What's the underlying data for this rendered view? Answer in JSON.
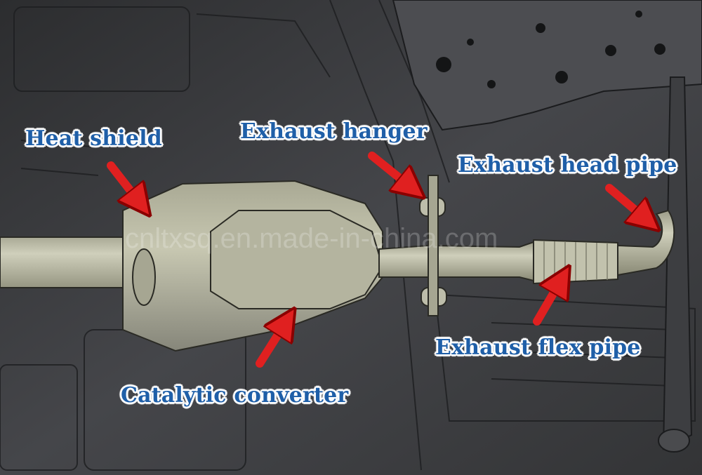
{
  "labels": {
    "heat_shield": "Heat shield",
    "exhaust_hanger": "Exhaust hanger",
    "exhaust_head_pipe": "Exhaust head pipe",
    "exhaust_flex_pipe": "Exhaust flex pipe",
    "catalytic_converter": "Catalytic converter"
  },
  "watermark": "cnltxsq.en.made-in-china.com",
  "colors": {
    "label_text": "#1f5fa8",
    "label_outline": "#ffffff",
    "arrow": "#e02020",
    "background": "#3a3b3d",
    "pipe": "#b9b9a4"
  }
}
